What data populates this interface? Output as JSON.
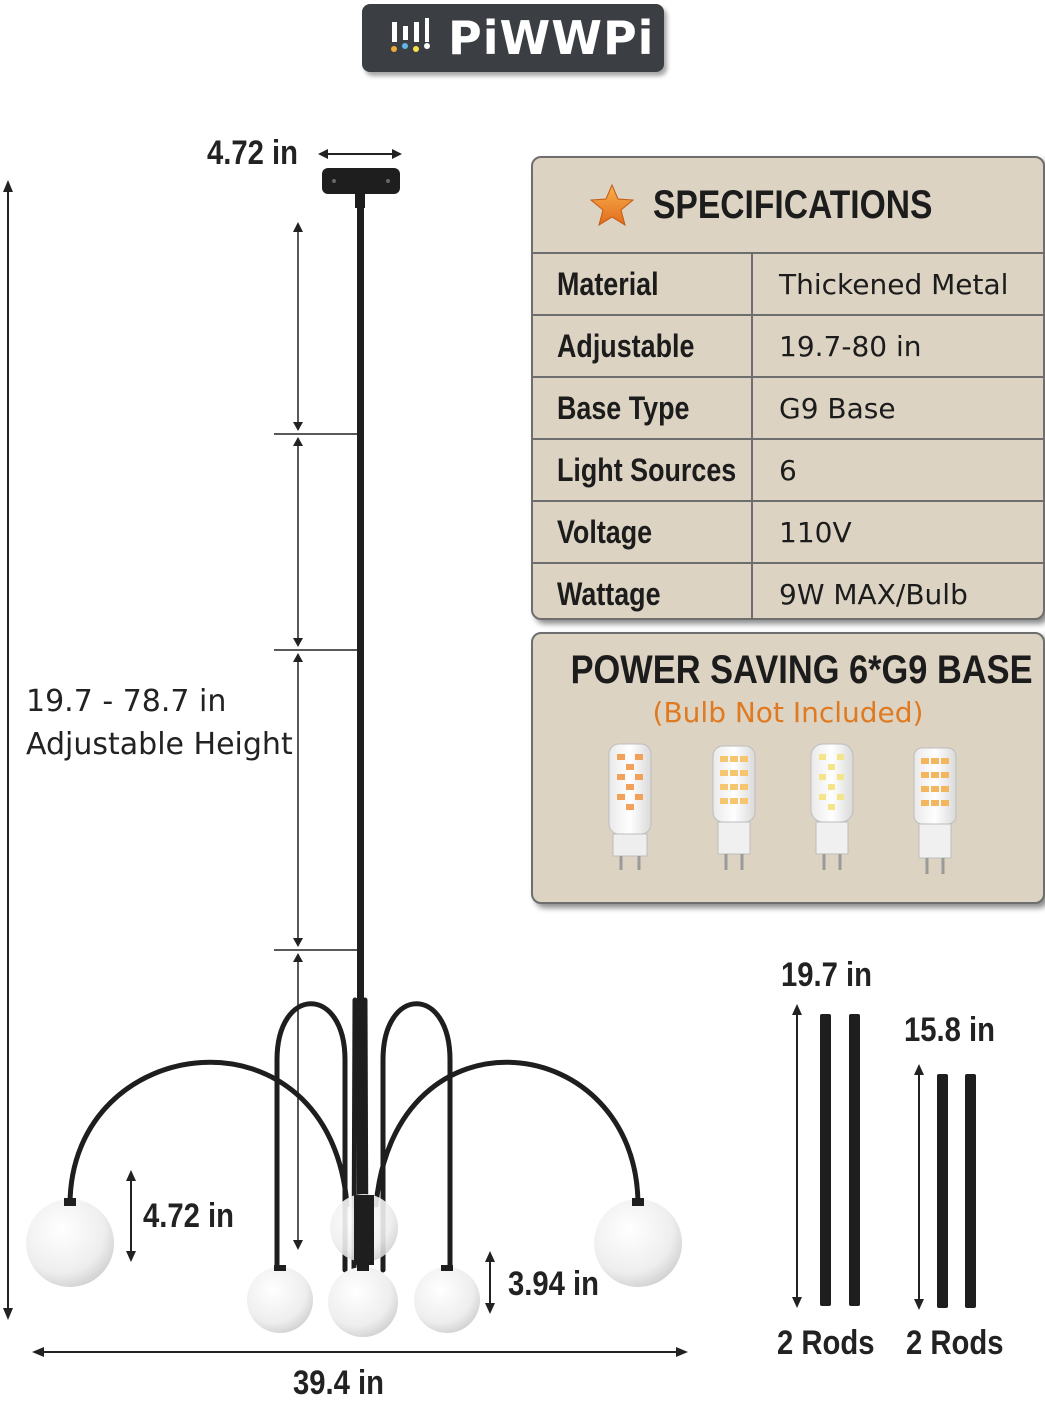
{
  "brand": {
    "name": "PiWWPi",
    "badge_color": "#3b3e43"
  },
  "dimensions": {
    "canopy_width": "4.72 in",
    "height_label_line1": "19.7 - 78.7 in",
    "height_label_line2": "Adjustable Height",
    "globe_large": "4.72 in",
    "globe_small": "3.94 in",
    "total_width": "39.4 in"
  },
  "specifications": {
    "title": "SPECIFICATIONS",
    "icon": "star-icon",
    "rows": [
      {
        "label": "Material",
        "value": "Thickened Metal"
      },
      {
        "label": "Adjustable",
        "value": "19.7-80 in"
      },
      {
        "label": "Base Type",
        "value": "G9 Base"
      },
      {
        "label": "Light Sources",
        "value": "6"
      },
      {
        "label": "Voltage",
        "value": "110V"
      },
      {
        "label": "Wattage",
        "value": "9W MAX/Bulb"
      }
    ],
    "panel_color": "#dcd3c3"
  },
  "power": {
    "title": "POWER SAVING 6*G9 BASE",
    "subtitle": "(Bulb Not Included)",
    "subtitle_color": "#e07a21",
    "bulbs": [
      "g9-bulb-icon",
      "g9-bulb-icon",
      "g9-bulb-icon",
      "g9-bulb-icon"
    ]
  },
  "rods": {
    "long_length": "19.7 in",
    "long_count": "2 Rods",
    "short_length": "15.8 in",
    "short_count": "2 Rods"
  }
}
